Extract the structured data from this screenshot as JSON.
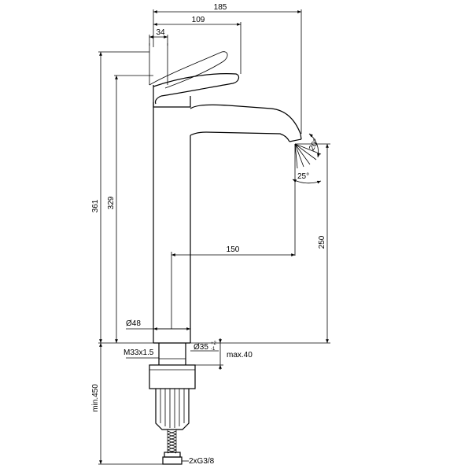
{
  "dimensions": {
    "overall_width": "185",
    "lever_length": "109",
    "lever_offset": "34",
    "total_height": "361",
    "spout_height": "329",
    "outlet_height": "250",
    "spout_reach": "150",
    "body_diameter": "Ø48",
    "thread": "M33x1.5",
    "hole_diameter": "Ø35",
    "hole_tolerance_upper": "+2",
    "hole_tolerance_lower": "-1",
    "max_deck": "max.40",
    "hose_length": "min.450",
    "connection": "2xG3/8",
    "angle_upper": "20°",
    "angle_lower": "25°"
  }
}
